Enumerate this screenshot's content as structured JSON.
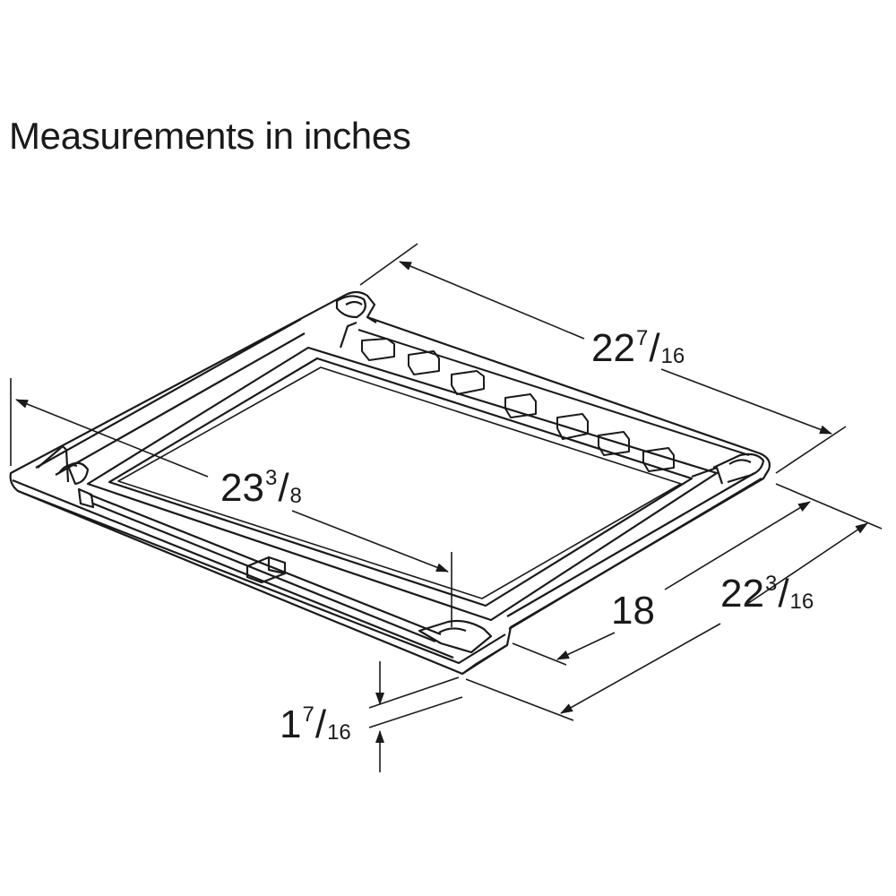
{
  "title": "Measurements in inches",
  "dimensions": {
    "width": {
      "whole": "22",
      "num": "7",
      "den": "16"
    },
    "diagonal": {
      "whole": "23",
      "num": "3",
      "den": "8"
    },
    "inner_depth": {
      "whole": "18",
      "num": "",
      "den": ""
    },
    "outer_depth": {
      "whole": "22",
      "num": "3",
      "den": "16"
    },
    "height": {
      "whole": "1",
      "num": "7",
      "den": "16"
    }
  }
}
